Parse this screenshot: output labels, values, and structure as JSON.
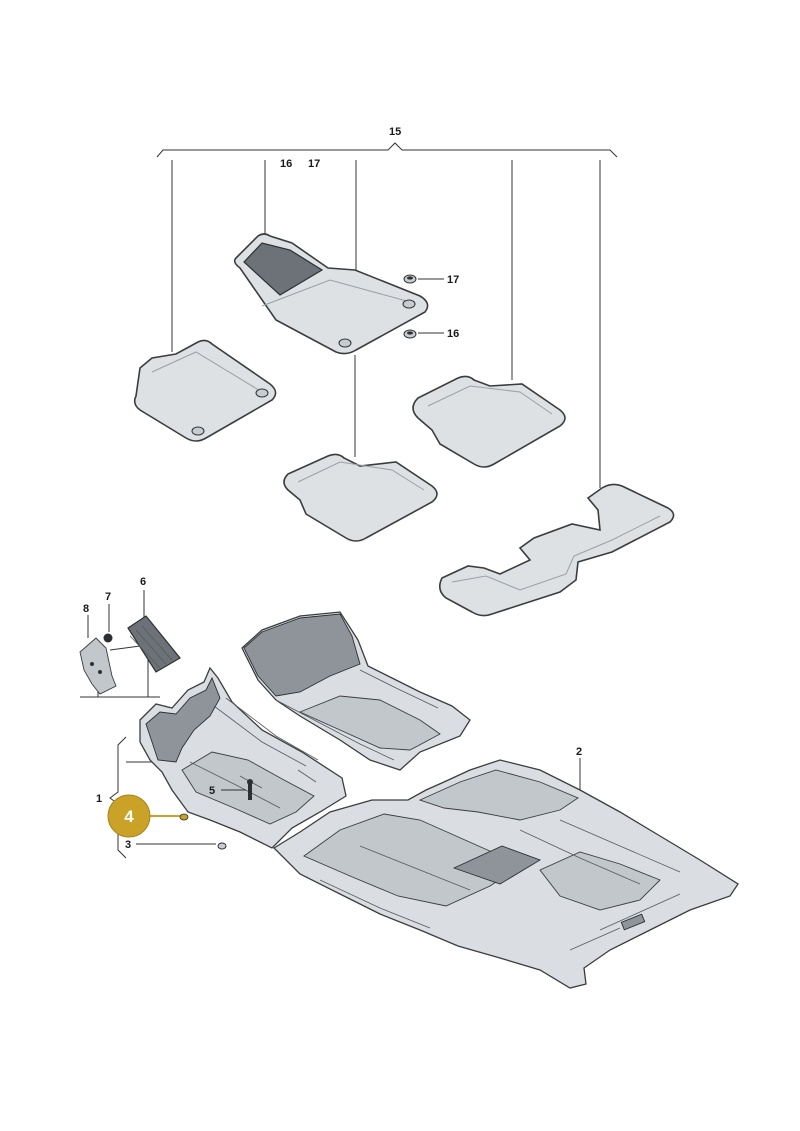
{
  "diagram": {
    "callouts": {
      "c15": "15",
      "c16_top": "16",
      "c17_top": "17",
      "c17_clip": "17",
      "c16_clip": "16",
      "c6": "6",
      "c7": "7",
      "c8": "8",
      "c2": "2",
      "c1": "1",
      "c5": "5",
      "c3": "3"
    },
    "highlight": {
      "label": "4",
      "color": "#c9a227"
    }
  }
}
